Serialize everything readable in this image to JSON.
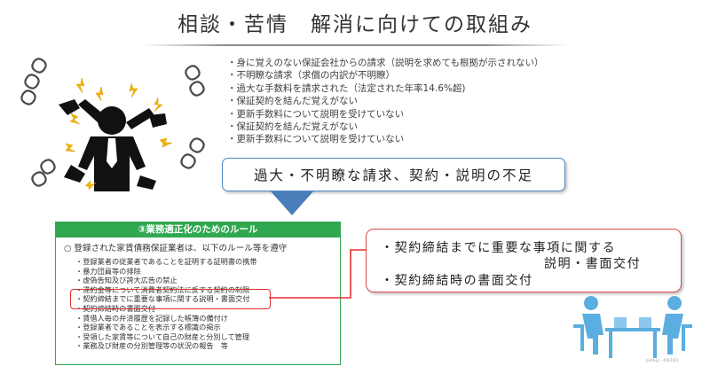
{
  "title": "相談・苦情　解消に向けての取組み",
  "complaints": [
    "・身に覚えのない保証会社からの請求（説明を求めても根拠が示されない）",
    "・不明瞭な請求（求償の内訳が不明瞭）",
    "・過大な手数料を請求された（法定された年率14.6%超)",
    "・保証契約を結んだ覚えがない",
    "・更新手数料について説明を受けていない",
    "・保証契約を結んだ覚えがない",
    "・更新手数料について説明を受けていない"
  ],
  "summary": "過大・不明瞭な請求、契約・説明の不足",
  "panel": {
    "header": "③業務適正化のためのルール",
    "intro": "○ 登録された家賃債務保証業者は、以下のルール等を遵守",
    "rules": [
      "・登録業者の従業者であることを証明する証明書の携帯",
      "・暴力団員等の排除",
      "・虚偽告知及び誇大広告の禁止",
      "・違約金等について消費者契約法に反する契約の制限",
      "・契約締結までに重要な事項に関する説明・書面交付",
      "・契約締結時の書面交付",
      "・賃借人毎の弁済履歴を記録した帳簿の備付け",
      "・登録業者であることを表示する標識の掲示",
      "・受領した家賃等について自己の財産と分別して管理",
      "・業務及び財産の分別管理等の状況の報告　等"
    ]
  },
  "highlight": {
    "line1": "・契約締結までに重要な事項に関する",
    "line2": "説明・書面交付",
    "line3": "・契約締結時の書面交付"
  },
  "credit": "pixta.jp - 4423311",
  "colors": {
    "green": "#2fa84f",
    "blue_border": "#4f87c6",
    "arrow": "#4a7ebb",
    "red": "#e03030",
    "people": "#5aaee0"
  }
}
